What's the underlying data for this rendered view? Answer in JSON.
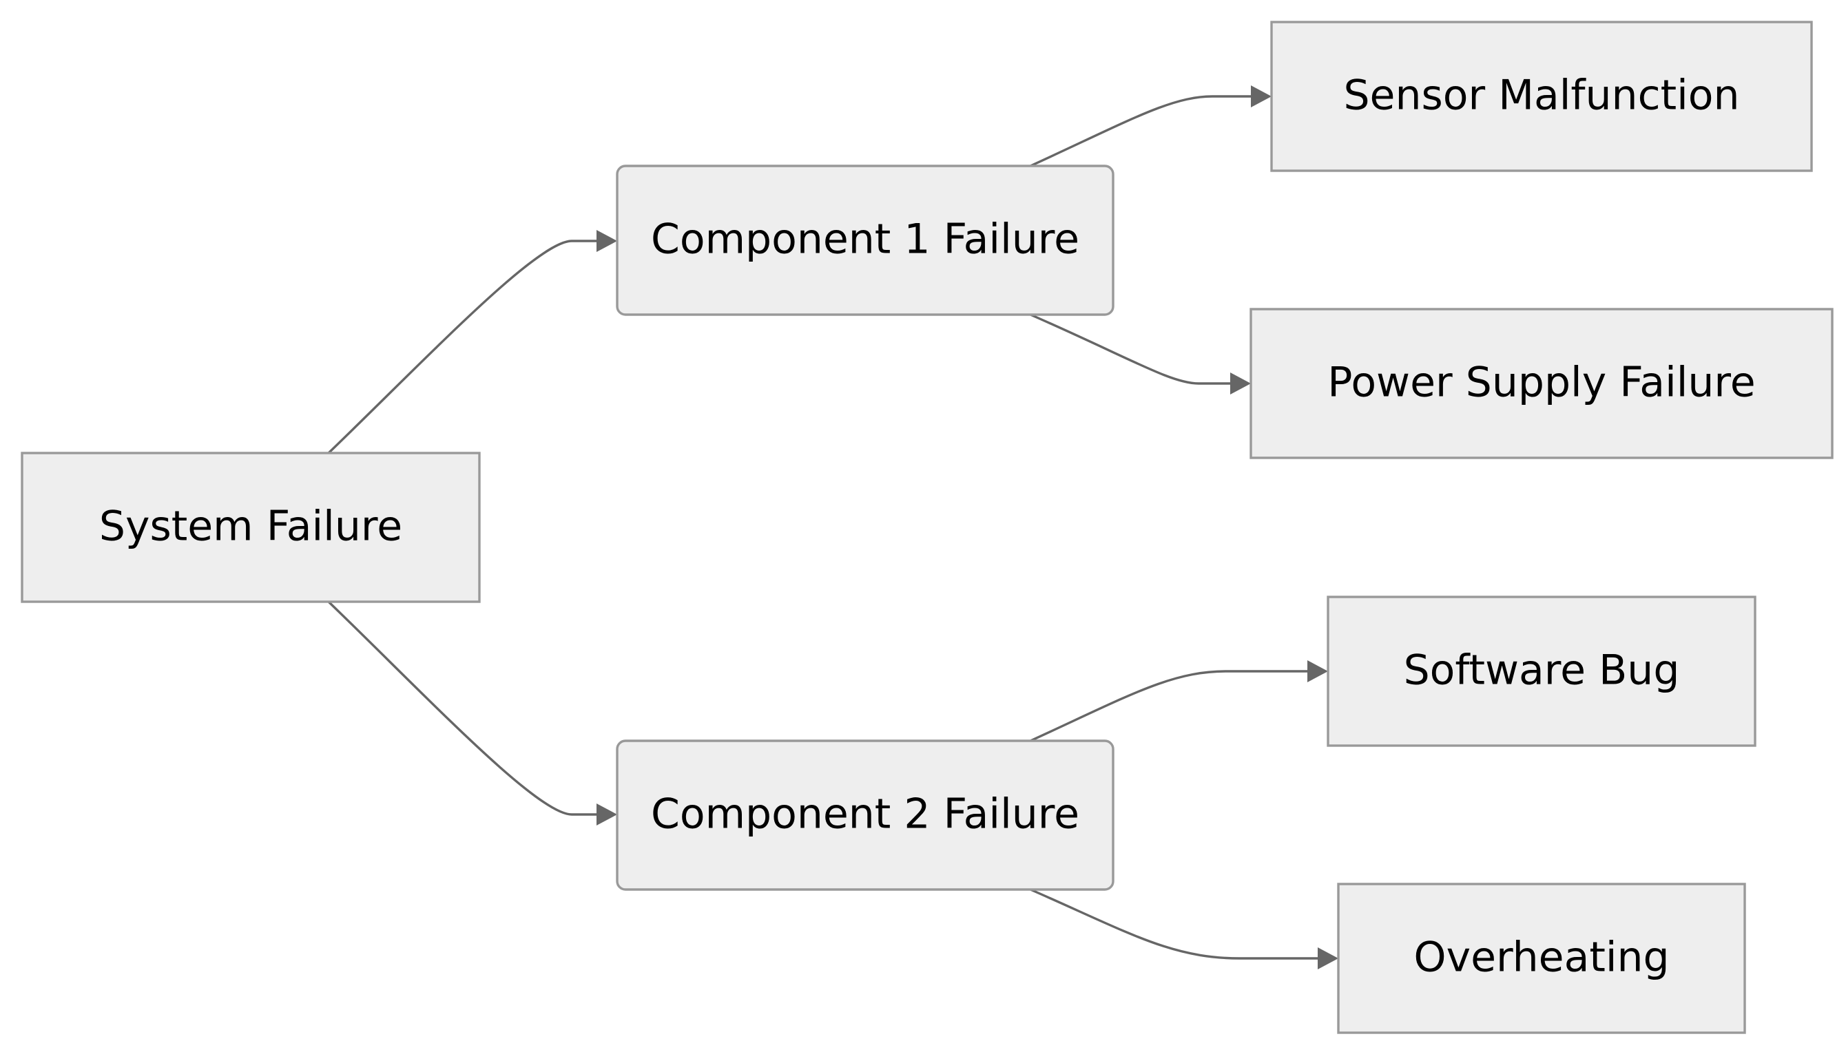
{
  "diagram": {
    "type": "flowchart",
    "direction": "left-to-right",
    "nodes": [
      {
        "id": "system-failure",
        "label": "System Failure"
      },
      {
        "id": "component-1-failure",
        "label": "Component 1 Failure"
      },
      {
        "id": "component-2-failure",
        "label": "Component 2 Failure"
      },
      {
        "id": "sensor-malfunction",
        "label": "Sensor Malfunction"
      },
      {
        "id": "power-supply-failure",
        "label": "Power Supply Failure"
      },
      {
        "id": "software-bug",
        "label": "Software Bug"
      },
      {
        "id": "overheating",
        "label": "Overheating"
      }
    ],
    "edges": [
      {
        "from": "system-failure",
        "to": "component-1-failure"
      },
      {
        "from": "system-failure",
        "to": "component-2-failure"
      },
      {
        "from": "component-1-failure",
        "to": "sensor-malfunction"
      },
      {
        "from": "component-1-failure",
        "to": "power-supply-failure"
      },
      {
        "from": "component-2-failure",
        "to": "software-bug"
      },
      {
        "from": "component-2-failure",
        "to": "overheating"
      }
    ],
    "colors": {
      "node_fill": "#eeeeee",
      "node_stroke": "#999999",
      "edge": "#666666",
      "text": "#000000"
    }
  }
}
